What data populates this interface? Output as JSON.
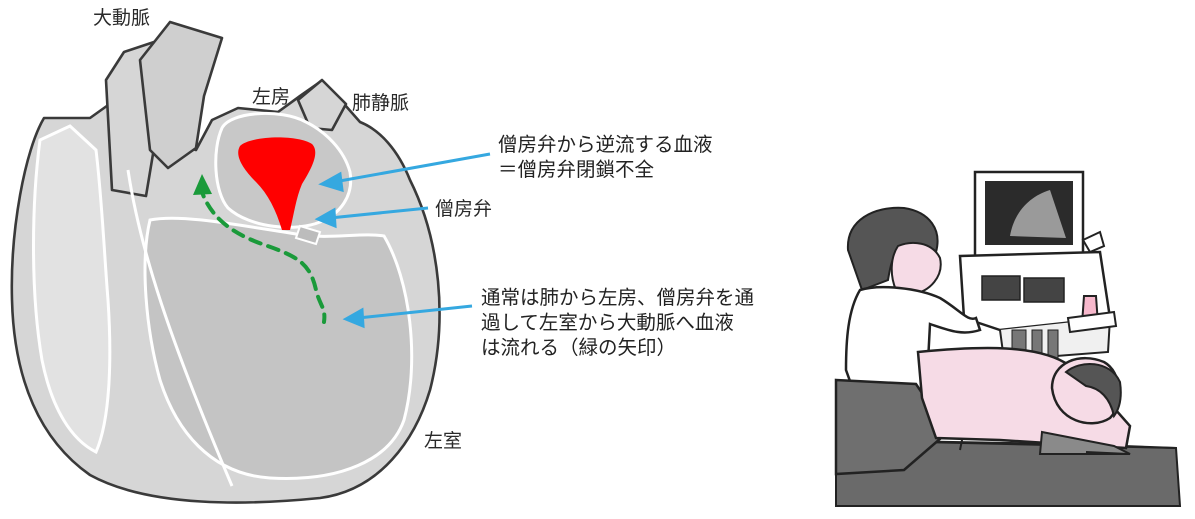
{
  "labels": {
    "aorta": "大動脈",
    "left_atrium": "左房",
    "pulmonary_vein": "肺静脈",
    "mitral_valve": "僧房弁",
    "left_ventricle": "左室"
  },
  "annotations": {
    "regurgitation_line1": "僧房弁から逆流する血液",
    "regurgitation_line2": "＝僧房弁閉鎖不全",
    "normal_flow_line1": "通常は肺から左房、僧房弁を通",
    "normal_flow_line2": "過して左室から大動脈へ血液",
    "normal_flow_line3": "は流れる（緑の矢印）"
  },
  "colors": {
    "heart_fill": "#d4d4d4",
    "heart_outline": "#3a3a3a",
    "chamber_fill": "#c8c8c8",
    "regurgitation": "#ff0000",
    "normal_flow_arrow": "#1a9a3a",
    "pointer_arrows": "#35a8e0",
    "skin": "#f6dbe6"
  },
  "icons": {
    "heart": "heart-cross-section-illustration",
    "exam": "echocardiography-exam-illustration"
  }
}
